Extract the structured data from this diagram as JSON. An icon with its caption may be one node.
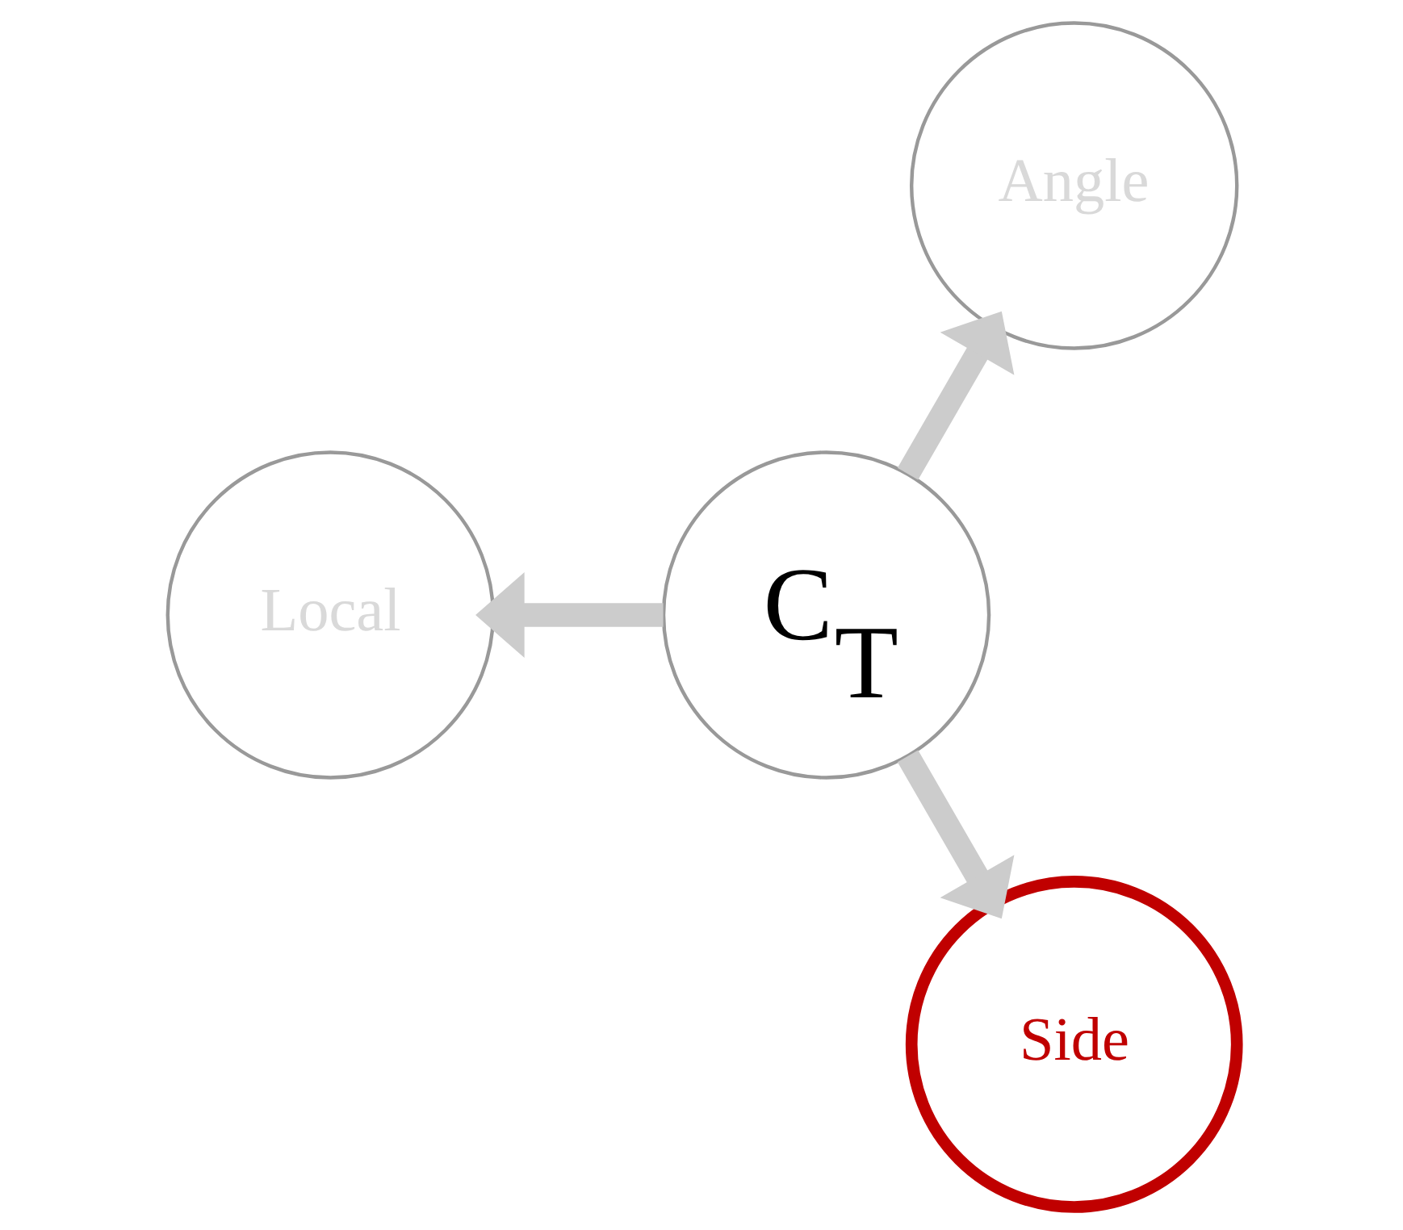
{
  "diagram": {
    "nodes": [
      {
        "text": [
          "Angle"
        ]
      },
      {
        "text": [
          "C$_{T}$"
        ]
      },
      {
        "text": [
          "Local"
        ]
      },
      {
        "text": [
          "Side"
        ]
      }
    ],
    "edges": [
      {
        "from": 1,
        "to": 0,
        "arrow": "to"
      },
      {
        "from": 1,
        "to": 2,
        "arrow": "to"
      },
      {
        "from": 1,
        "to": 3,
        "arrow": "to"
      }
    ]
  }
}
